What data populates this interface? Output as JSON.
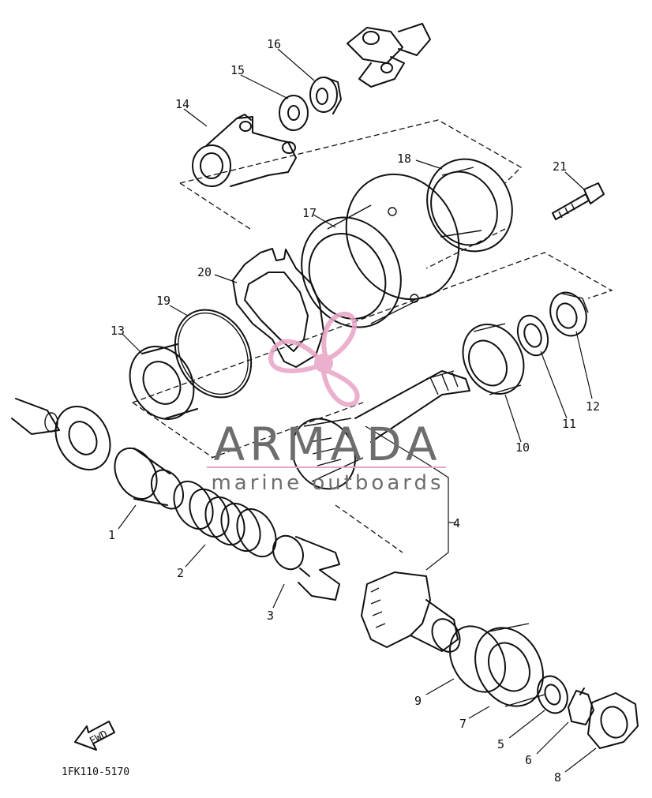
{
  "diagram": {
    "part_code": "1FK110-5170",
    "fwd_label": "FWD",
    "callouts": [
      {
        "id": "c1",
        "label": "1"
      },
      {
        "id": "c2",
        "label": "2"
      },
      {
        "id": "c3",
        "label": "3"
      },
      {
        "id": "c4",
        "label": "4"
      },
      {
        "id": "c5",
        "label": "5"
      },
      {
        "id": "c6",
        "label": "6"
      },
      {
        "id": "c7",
        "label": "7"
      },
      {
        "id": "c8",
        "label": "8"
      },
      {
        "id": "c9",
        "label": "9"
      },
      {
        "id": "c10",
        "label": "10"
      },
      {
        "id": "c11",
        "label": "11"
      },
      {
        "id": "c12",
        "label": "12"
      },
      {
        "id": "c13",
        "label": "13"
      },
      {
        "id": "c14",
        "label": "14"
      },
      {
        "id": "c15",
        "label": "15"
      },
      {
        "id": "c16",
        "label": "16"
      },
      {
        "id": "c17",
        "label": "17"
      },
      {
        "id": "c18",
        "label": "18"
      },
      {
        "id": "c19",
        "label": "19"
      },
      {
        "id": "c20",
        "label": "20"
      },
      {
        "id": "c21",
        "label": "21"
      }
    ]
  },
  "watermark": {
    "title": "ARMADA",
    "subtitle": "marine outboards",
    "title_color": "#6d6d6d",
    "logo_color": "#e8a3c6"
  }
}
